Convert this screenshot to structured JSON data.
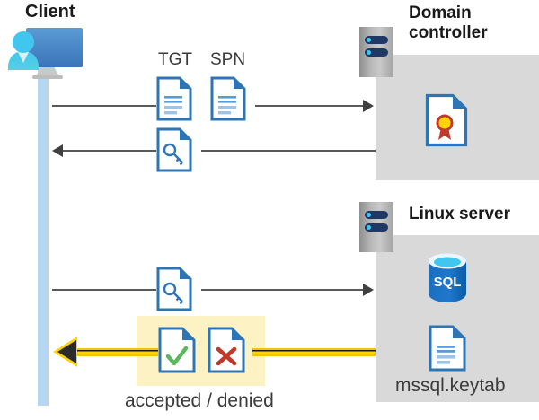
{
  "diagram": {
    "title_alt": "Kerberos authentication flow between client, domain controller and Linux server",
    "colors": {
      "panel_gray": "#d9d9d9",
      "lifeline_blue": "#b6d6f2",
      "doc_blue": "#2e75b6",
      "doc_fold_blue": "#2e75b6",
      "accent_yellow": "#ffd400",
      "highlight_yellow": "#fdf2c4",
      "check_green": "#5cb85c",
      "cross_red": "#c0392b",
      "sql_blue": "#0f6cbd",
      "rack_navy": "#1f3864",
      "line_gray": "#595959",
      "text_dark": "#1a1a1a"
    }
  },
  "client": {
    "label": "Client",
    "icon": "client-computer-user-icon",
    "lifeline_name": "client-lifeline"
  },
  "domain_controller": {
    "label": "Domain\ncontroller",
    "rack_icon": "server-rack-icon",
    "contents": [
      {
        "icon": "certificate-document-icon",
        "label": ""
      }
    ]
  },
  "linux_server": {
    "label": "Linux server",
    "rack_icon": "server-rack-icon",
    "contents": [
      {
        "icon": "sql-database-icon",
        "label": "SQL"
      },
      {
        "icon": "keytab-document-icon",
        "label": "mssql.keytab"
      }
    ]
  },
  "messages": [
    {
      "id": "tgt-spn-request",
      "direction": "client-to-domain-controller",
      "style": "gray-arrow",
      "artifacts": [
        {
          "icon": "document-lines-icon",
          "label": "TGT"
        },
        {
          "icon": "document-lines-icon",
          "label": "SPN"
        }
      ]
    },
    {
      "id": "service-ticket-response",
      "direction": "domain-controller-to-client",
      "style": "gray-arrow",
      "artifacts": [
        {
          "icon": "document-key-icon",
          "label": ""
        }
      ]
    },
    {
      "id": "ticket-presented-to-linux",
      "direction": "client-to-linux-server",
      "style": "gray-arrow",
      "artifacts": [
        {
          "icon": "document-key-icon",
          "label": ""
        }
      ]
    },
    {
      "id": "auth-result",
      "direction": "linux-server-to-client",
      "style": "yellow-arrow",
      "caption": "accepted / denied",
      "artifacts": [
        {
          "icon": "document-check-icon",
          "label": ""
        },
        {
          "icon": "document-cross-icon",
          "label": ""
        }
      ]
    }
  ]
}
